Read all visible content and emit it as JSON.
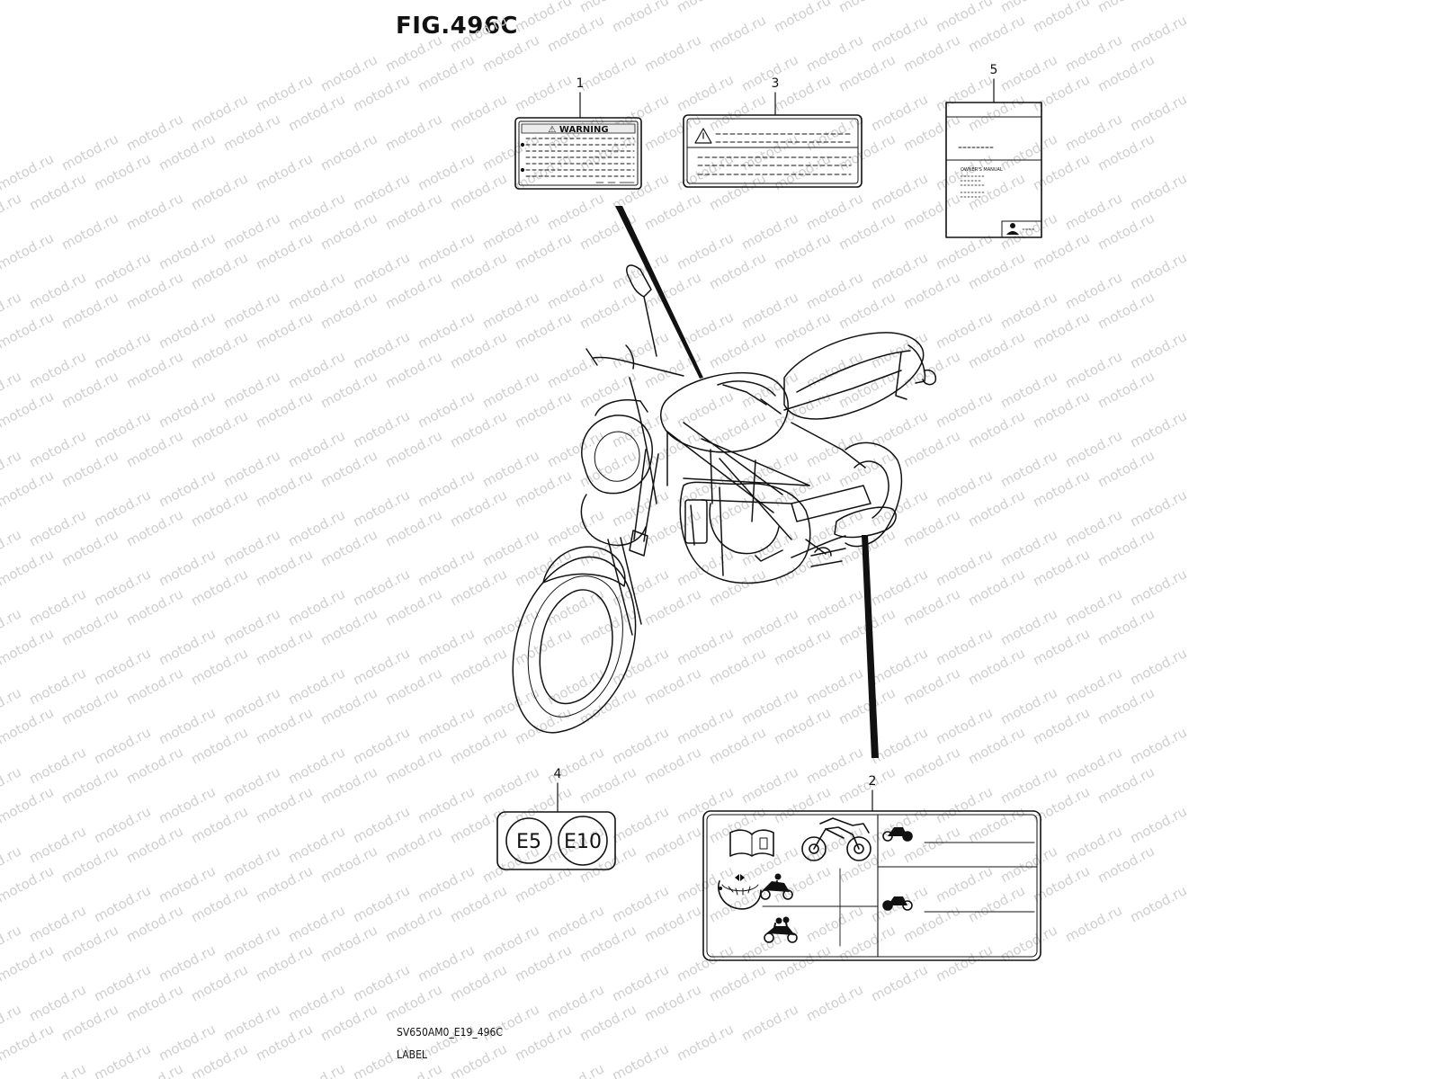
{
  "figure": {
    "title": "FIG.496C",
    "code": "SV650AM0_E19_496C",
    "caption": "LABEL"
  },
  "callouts": [
    "1",
    "3",
    "5",
    "4",
    "2"
  ],
  "labels": {
    "warning": {
      "header": "⚠ WARNING"
    },
    "emission_marks": [
      "E5",
      "E10"
    ],
    "manual": {
      "text": "OWNER'S MANUAL"
    }
  },
  "watermark": "motod.ru",
  "colors": {
    "line": "#111111",
    "watermark": "#cfcfcf",
    "background": "#ffffff"
  }
}
